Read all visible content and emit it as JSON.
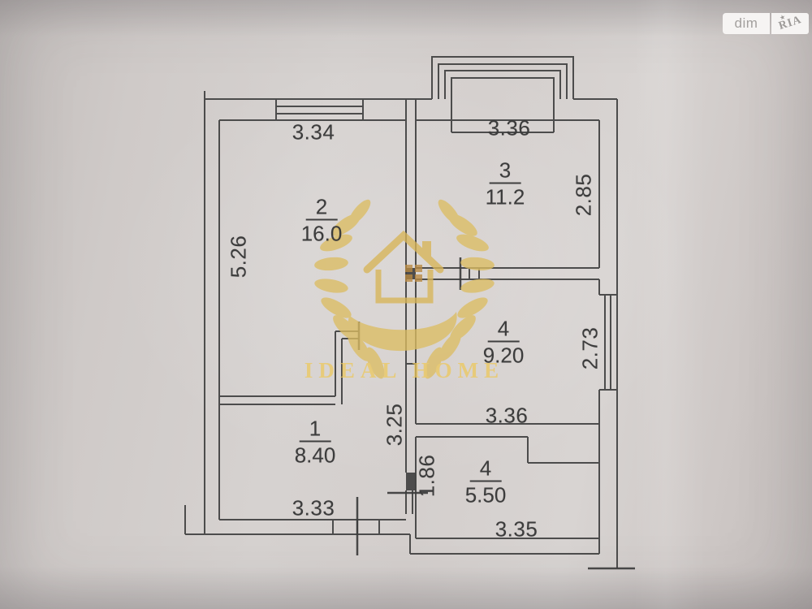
{
  "photo_badge": {
    "dim_label": "dim",
    "ria_label": "RIA",
    "ria_star": "★"
  },
  "watermark": {
    "brand_text": "IDEAL HOME",
    "gold_color": "#dcbd63"
  },
  "floor_plan": {
    "rooms": [
      {
        "number": "1",
        "area": "8.40"
      },
      {
        "number": "2",
        "area": "16.0"
      },
      {
        "number": "3",
        "area": "11.2"
      },
      {
        "number": "4",
        "area": "9.20"
      },
      {
        "number": "4",
        "area": "5.50"
      }
    ],
    "dimensions": {
      "room2_top_width": "3.34",
      "room3_top_width": "3.36",
      "room3_right_height": "2.85",
      "room2_left_height": "5.26",
      "room4a_right_height": "2.73",
      "hall_height": "3.25",
      "room4a_bottom_width": "3.36",
      "hall_door_height": "1.86",
      "room1_bottom_width": "3.33",
      "room4b_bottom_width": "3.35"
    }
  }
}
